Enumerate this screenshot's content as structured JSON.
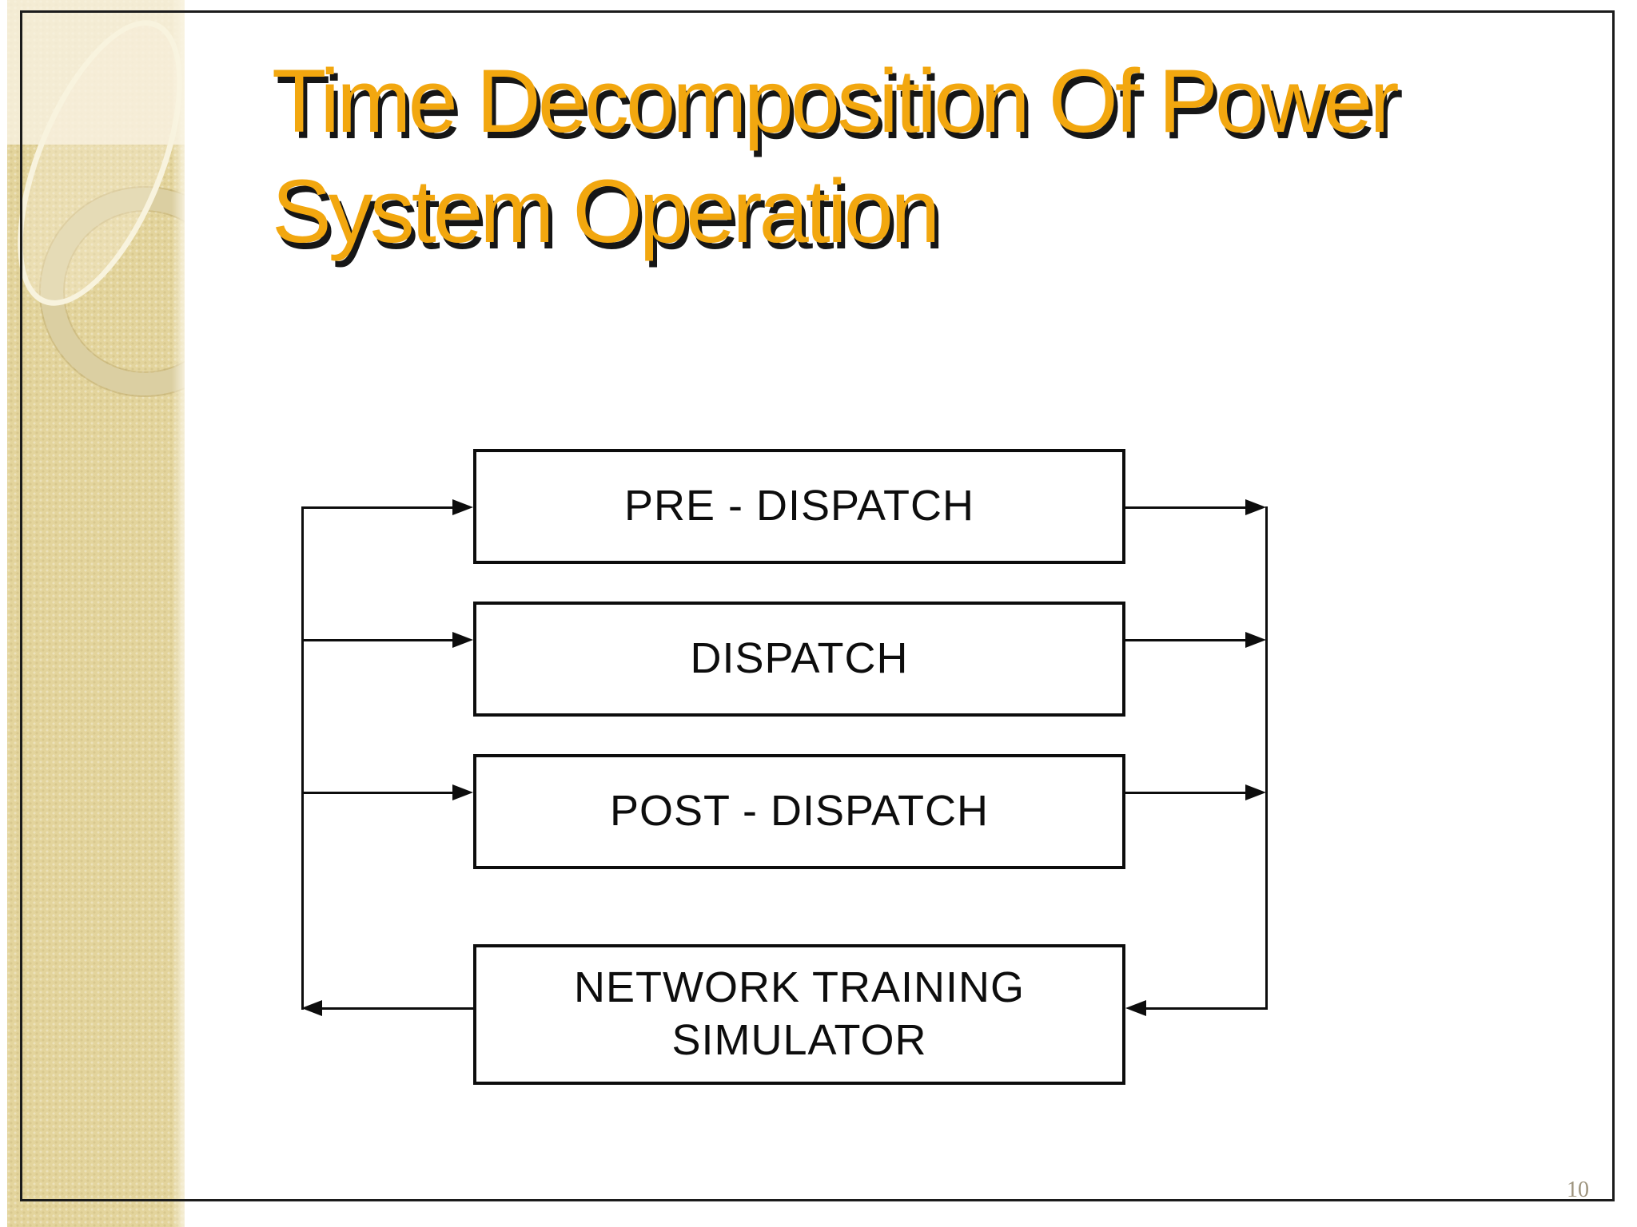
{
  "slide": {
    "title": {
      "line1": "Time Decomposition Of Power",
      "line2": "System Operation"
    },
    "page_number": "10"
  },
  "colors": {
    "title_text": "#F2A70F",
    "title_shadow": "#161616",
    "diagram_line": "#0D0D0D",
    "sidebar_base": "#E3D49C",
    "sidebar_light": "#F8F2E0",
    "page_number_text": "#9D937D"
  },
  "diagram": {
    "boxes": [
      {
        "id": "pre_dispatch",
        "label": "PRE - DISPATCH"
      },
      {
        "id": "dispatch",
        "label": "DISPATCH"
      },
      {
        "id": "post_dispatch",
        "label": "POST - DISPATCH"
      },
      {
        "id": "network_training_simulator",
        "label": "NETWORK TRAINING\nSIMULATOR"
      }
    ],
    "edges": [
      {
        "from": "network_training_simulator",
        "to": "pre_dispatch",
        "via": "left-bus"
      },
      {
        "from": "network_training_simulator",
        "to": "dispatch",
        "via": "left-bus"
      },
      {
        "from": "network_training_simulator",
        "to": "post_dispatch",
        "via": "left-bus"
      },
      {
        "from": "pre_dispatch",
        "to": "network_training_simulator",
        "via": "right-bus"
      },
      {
        "from": "dispatch",
        "to": "network_training_simulator",
        "via": "right-bus"
      },
      {
        "from": "post_dispatch",
        "to": "network_training_simulator",
        "via": "right-bus"
      }
    ]
  }
}
